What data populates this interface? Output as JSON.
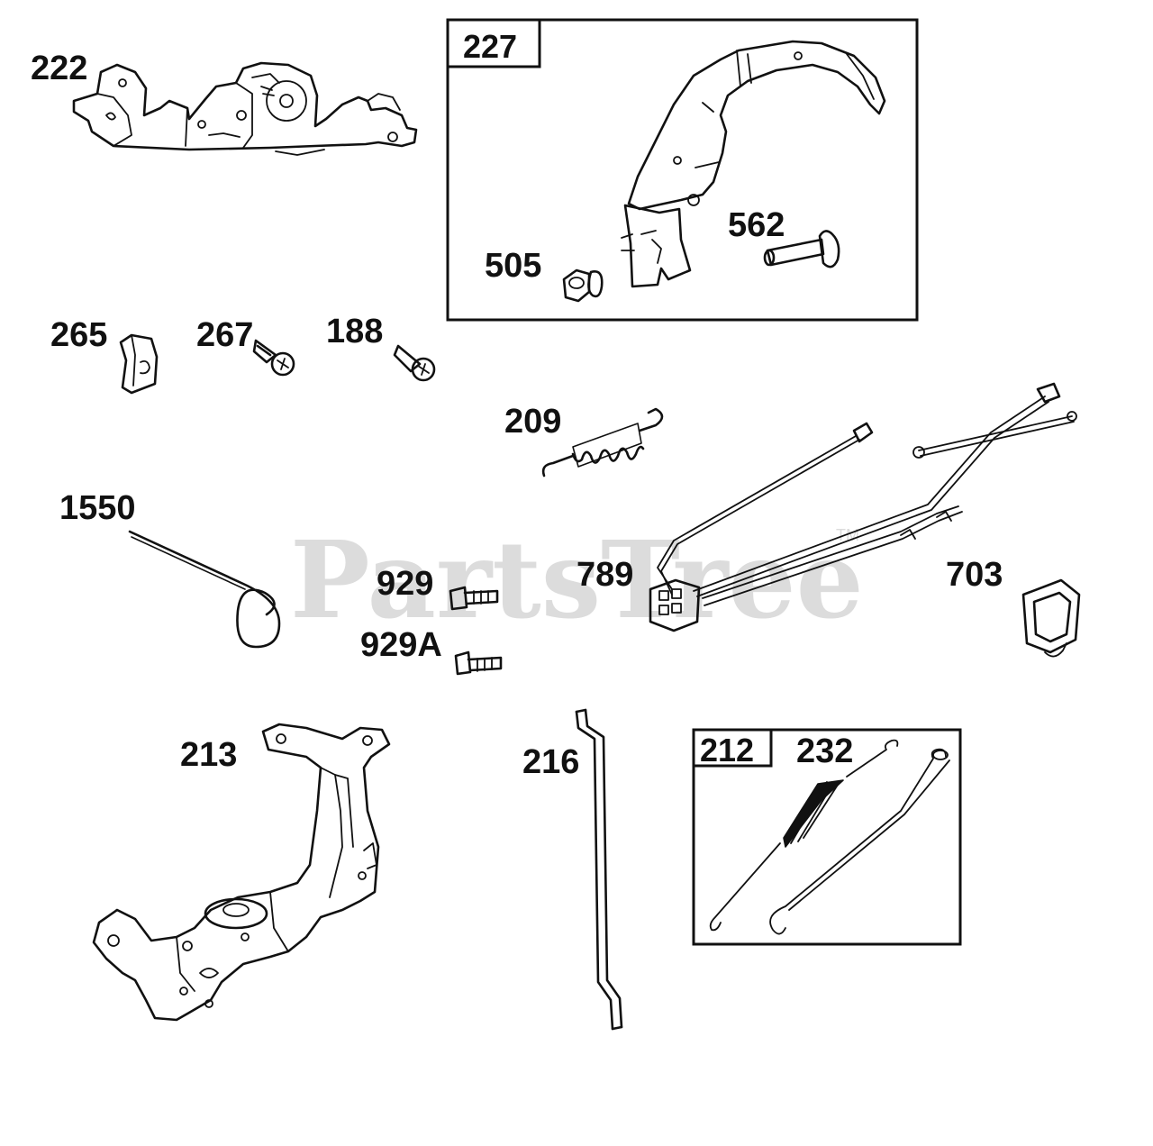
{
  "watermark": {
    "text": "PartsTree",
    "mark": "TM"
  },
  "groups": [
    {
      "id": "227",
      "label": "227"
    },
    {
      "id": "212",
      "label": "212"
    }
  ],
  "parts": [
    {
      "id": "222",
      "label": "222",
      "name": "control-bracket"
    },
    {
      "id": "505",
      "label": "505",
      "name": "nut-and-washer"
    },
    {
      "id": "562",
      "label": "562",
      "name": "pin"
    },
    {
      "id": "265",
      "label": "265",
      "name": "cable-clip"
    },
    {
      "id": "267",
      "label": "267",
      "name": "screw"
    },
    {
      "id": "188",
      "label": "188",
      "name": "screw"
    },
    {
      "id": "209",
      "label": "209",
      "name": "extension-spring"
    },
    {
      "id": "1550",
      "label": "1550",
      "name": "torsion-spring"
    },
    {
      "id": "929",
      "label": "929",
      "name": "bolt"
    },
    {
      "id": "929A",
      "label": "929A",
      "name": "bolt"
    },
    {
      "id": "789",
      "label": "789",
      "name": "wire-harness"
    },
    {
      "id": "703",
      "label": "703",
      "name": "grommet"
    },
    {
      "id": "213",
      "label": "213",
      "name": "governor-bracket"
    },
    {
      "id": "216",
      "label": "216",
      "name": "governor-link"
    },
    {
      "id": "232",
      "label": "232",
      "name": "governor-spring"
    }
  ]
}
